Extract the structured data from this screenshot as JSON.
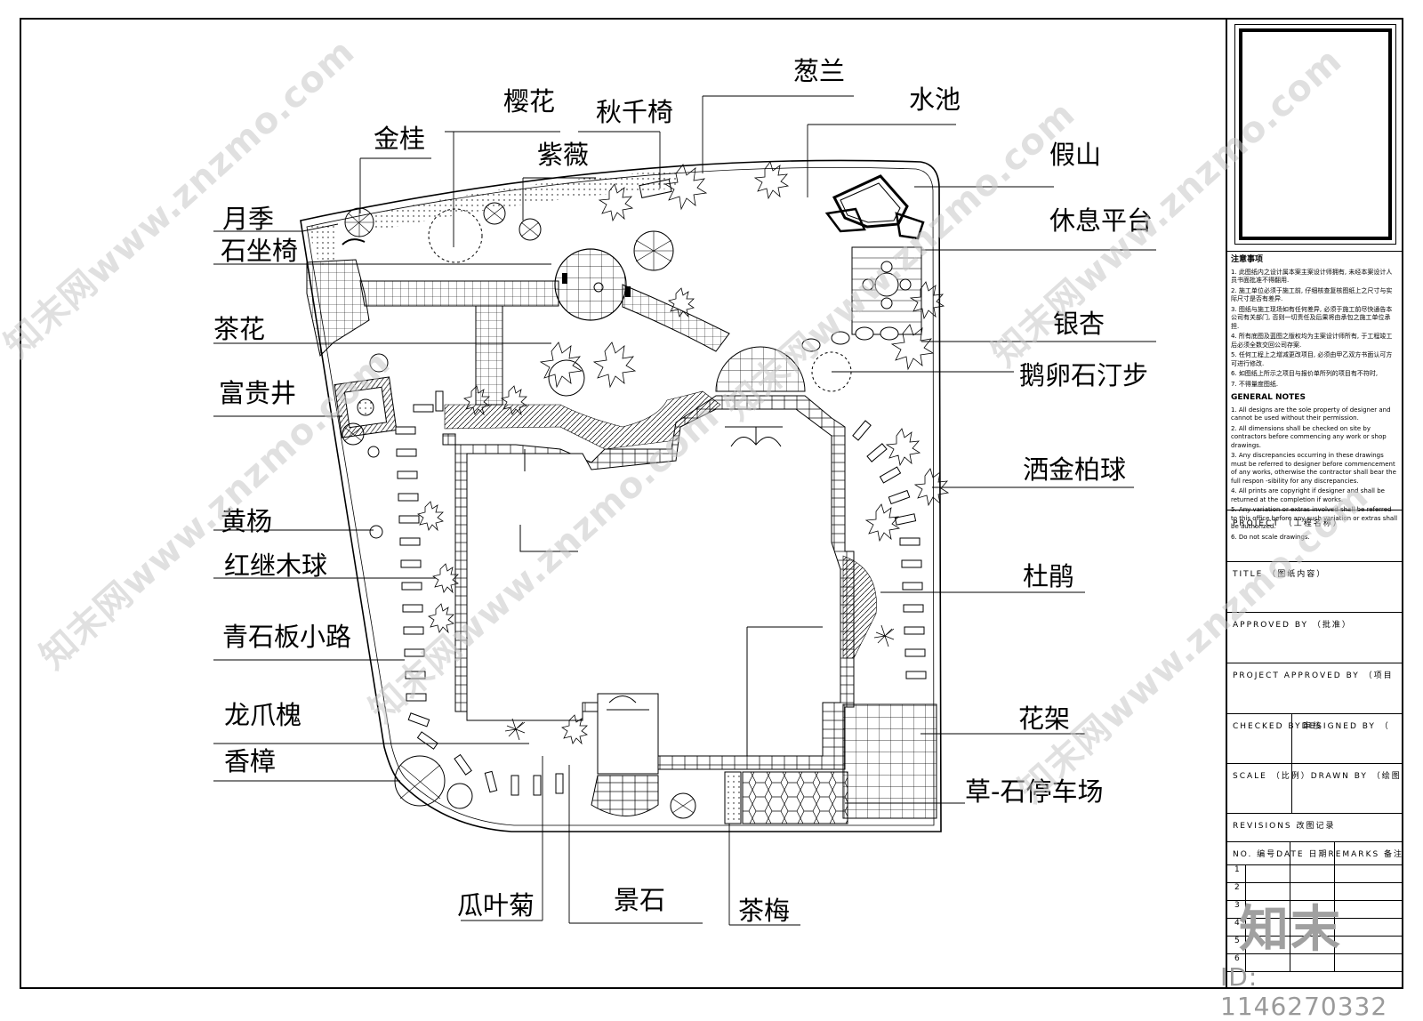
{
  "labels_left": [
    "金桂",
    "月季",
    "石坐椅",
    "茶花",
    "富贵井",
    "黄杨",
    "红继木球",
    "青石板小路",
    "龙爪槐",
    "香樟"
  ],
  "labels_top": [
    "樱花",
    "秋千椅",
    "紫薇",
    "葱兰",
    "水池"
  ],
  "labels_right": [
    "假山",
    "休息平台",
    "银杏",
    "鹅卵石汀步",
    "洒金柏球",
    "杜鹃",
    "花架",
    "草-石停车场"
  ],
  "labels_bottom": [
    "瓜叶菊",
    "景石",
    "茶梅"
  ],
  "title_block": {
    "notes_heading": "注意事项",
    "notes_cn": [
      "1. 此图纸内之设计属本案主案设计师拥有, 未经本案设计人员书面批准不得翻用.",
      "2. 施工单位必须于施工前, 仔细核查复核图纸上之尺寸与实际尺寸是否有差异.",
      "3. 图纸与施工现场如有任何差异, 必须于施工前尽快通告本公司有关部门, 否则一切责任及后果将由承包之施工单位承担.",
      "4. 所有底图及蓝图之版权均为主案设计师所有, 于工程竣工后必须全数交回公司存案.",
      "5. 任何工程上之增减更改项目, 必须由甲乙双方书面认可方可进行修改.",
      "6. 如图纸上所示之项目与报价单所列的项目有不符时,",
      "7. 不得量度图纸."
    ],
    "notes_en_heading": "GENERAL NOTES",
    "notes_en": [
      "1. All designs are the sole property of designer and cannot be used without their permission.",
      "2. All dimensions shall be checked on site by contractors before commencing any work or shop drawings.",
      "3. Any discrepancies occurring in these drawings must be referred to designer before commencement of any works, otherwise the contractor shall bear the full respon -sibility for any discrepancies.",
      "4. All prints are copyright if designer and shall be returned at the completion if works.",
      "5. Any variation or extras involved shall be referred to this office before any such variation or extras shall be authorized.",
      "6. Do not scale drawings."
    ],
    "project": "PROJECT （工程名称）",
    "title": "TITLE （图纸内容）",
    "approved": "APPROVED BY （批准）",
    "project_approved": "PROJECT APPROVED BY （项目",
    "checked": "CHECKED BYDESIGNED BY （",
    "checked_cn": "审核",
    "scale": "SCALE （比例）DRAWN BY （绘图）",
    "revisions": "REVISIONS 改图记录",
    "rev_cols": "NO. 编号DATE 日期REMARKS 备注",
    "rev_rows": [
      "1",
      "2",
      "3",
      "4",
      "5",
      "6"
    ]
  },
  "watermark_text": "知末网www.znzmo.com",
  "logo_text": "知末",
  "id_text": "ID: 1146270332"
}
